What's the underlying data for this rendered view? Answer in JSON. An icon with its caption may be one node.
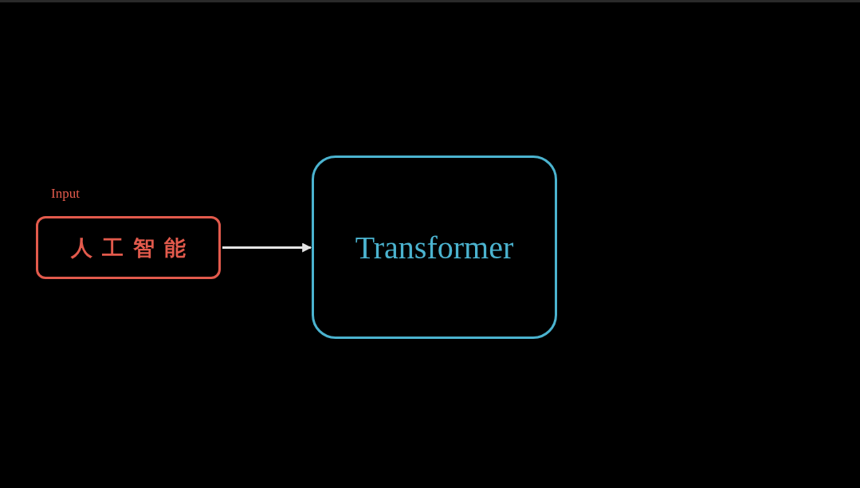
{
  "diagram": {
    "nodes": [
      {
        "text": [
          "Input",
          "人工智能"
        ]
      },
      {
        "text": [
          "Transformer"
        ]
      }
    ],
    "edges": [
      {
        "from": 0,
        "to": 1,
        "arrow": "to"
      }
    ]
  }
}
